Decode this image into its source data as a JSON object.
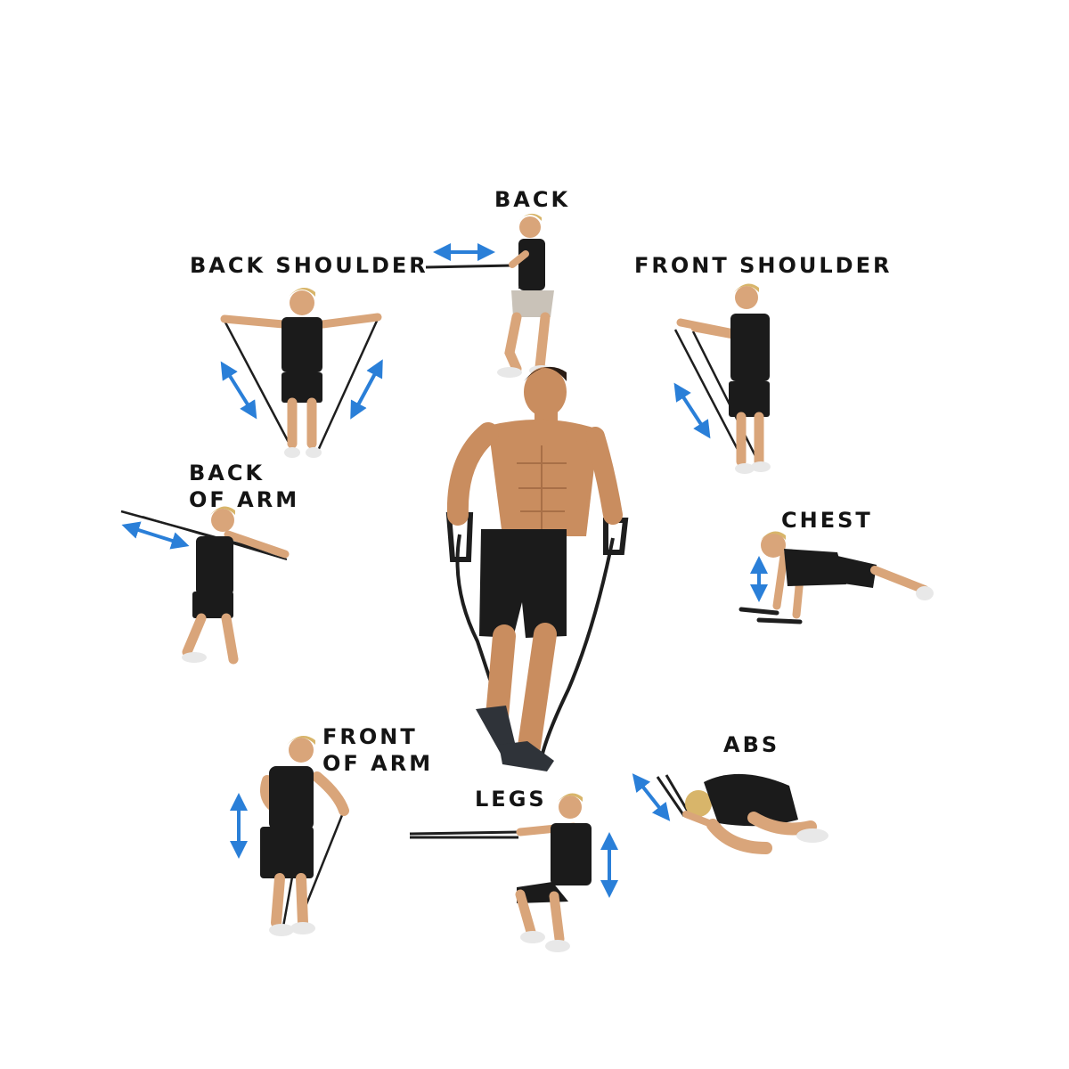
{
  "colors": {
    "label": "#141414",
    "arrow": "#2a7fd8",
    "band": "#1e1e1e",
    "skin": "#d9a57a",
    "outfit": "#1b1b1b",
    "hair": "#d8b56a",
    "shoe": "#e8e8e8"
  },
  "labels": {
    "back": "BACK",
    "back_shoulder": "BACK SHOULDER",
    "front_shoulder": "FRONT SHOULDER",
    "back_of_arm_1": "BACK",
    "back_of_arm_2": "OF ARM",
    "chest": "CHEST",
    "front_of_arm_1": "FRONT",
    "front_of_arm_2": "OF ARM",
    "legs": "LEGS",
    "abs": "ABS"
  },
  "figures": [
    "back",
    "back-shoulder",
    "front-shoulder",
    "back-of-arm",
    "chest",
    "front-of-arm",
    "legs",
    "abs",
    "center-model"
  ]
}
